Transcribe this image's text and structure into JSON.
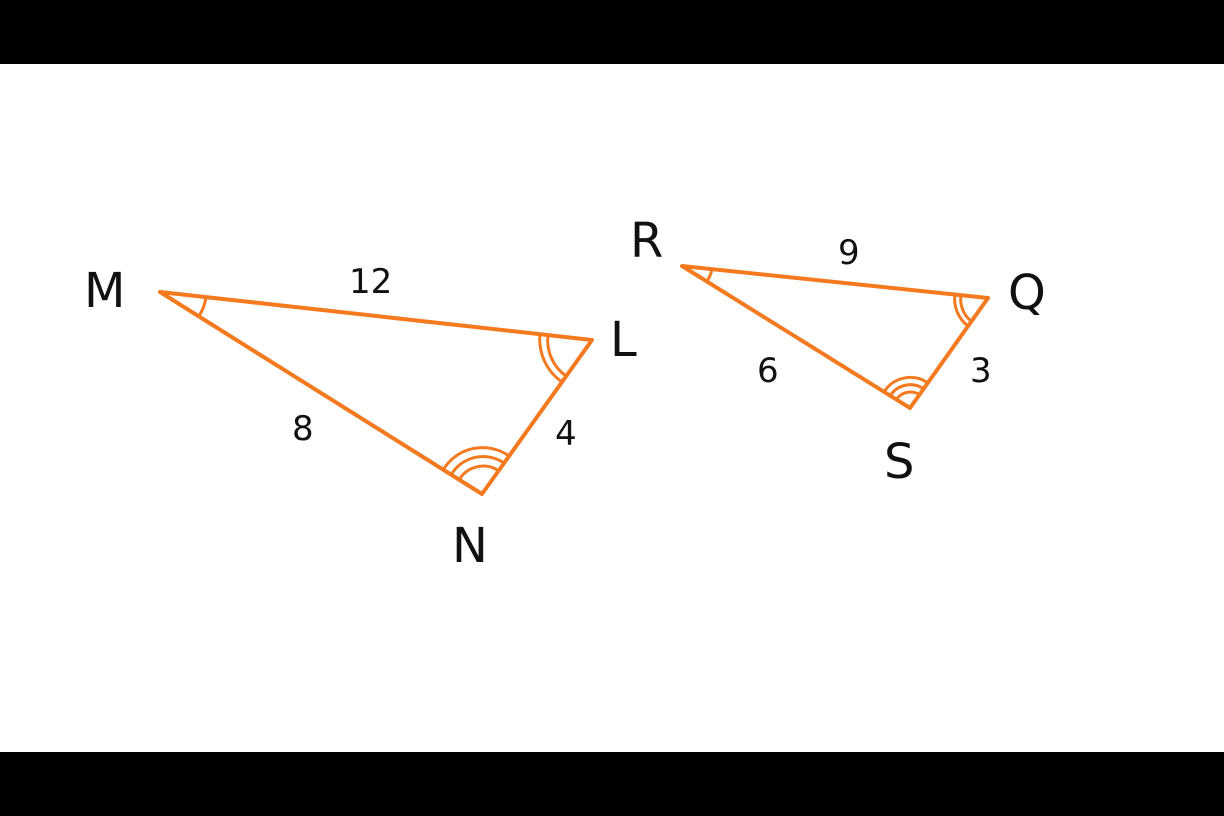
{
  "colors": {
    "background": "#ffffff",
    "letterbox": "#000000",
    "stroke": "#f47a20",
    "text": "#111111"
  },
  "triangle_mln": {
    "vertices": {
      "M": "M",
      "L": "L",
      "N": "N"
    },
    "sides": {
      "ML": "12",
      "MN": "8",
      "LN": "4"
    }
  },
  "triangle_rqs": {
    "vertices": {
      "R": "R",
      "Q": "Q",
      "S": "S"
    },
    "sides": {
      "RQ": "9",
      "RS": "6",
      "QS": "3"
    }
  }
}
